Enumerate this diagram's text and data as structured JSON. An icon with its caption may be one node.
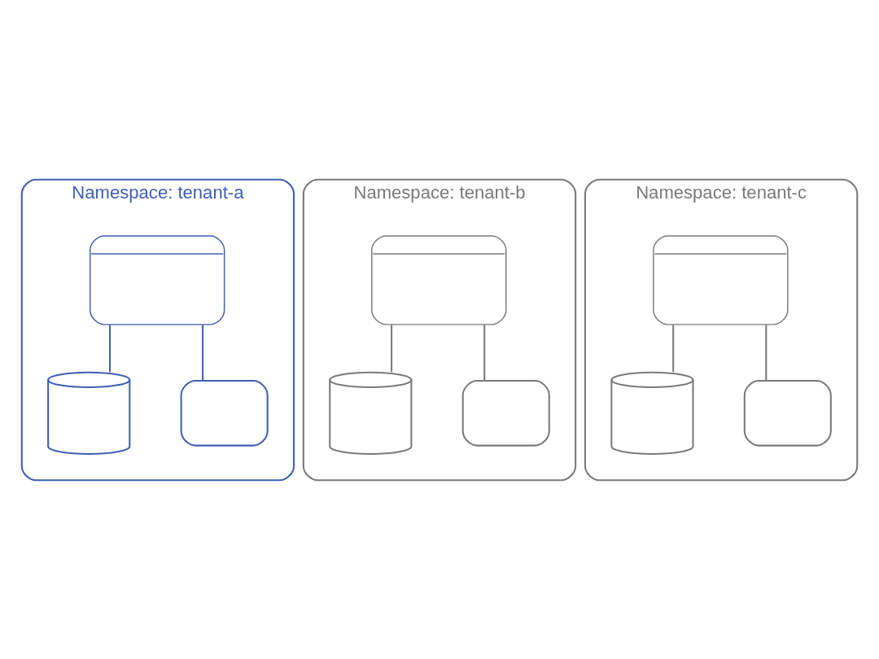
{
  "diagram": {
    "nodes": [
      {
        "text": [
          "Namespace: tenant-a"
        ]
      },
      {
        "text": [],
        "shape": "picture",
        "in": 0
      },
      {
        "text": [],
        "shape": "cylinder",
        "in": 0
      },
      {
        "text": [],
        "shape": "box",
        "in": 0
      },
      {
        "text": [
          "Namespace: tenant-b"
        ]
      },
      {
        "text": [],
        "shape": "picture",
        "in": 4
      },
      {
        "text": [],
        "shape": "cylinder",
        "in": 4
      },
      {
        "text": [],
        "shape": "box",
        "in": 4
      },
      {
        "text": [
          "Namespace: tenant-c"
        ]
      },
      {
        "text": [],
        "shape": "picture",
        "in": 8
      },
      {
        "text": [],
        "shape": "cylinder",
        "in": 8
      },
      {
        "text": [],
        "shape": "box",
        "in": 8
      }
    ],
    "edges": [
      {
        "from": 1,
        "to": 2,
        "arrow": "none",
        "color": "#3f5fb5"
      },
      {
        "from": 1,
        "to": 3,
        "arrow": "none",
        "color": "#3f5fb5"
      },
      {
        "from": 5,
        "to": 6,
        "arrow": "none"
      },
      {
        "from": 5,
        "to": 7,
        "arrow": "none"
      },
      {
        "from": 9,
        "to": 10,
        "arrow": "none"
      },
      {
        "from": 9,
        "to": 11,
        "arrow": "none"
      }
    ]
  }
}
